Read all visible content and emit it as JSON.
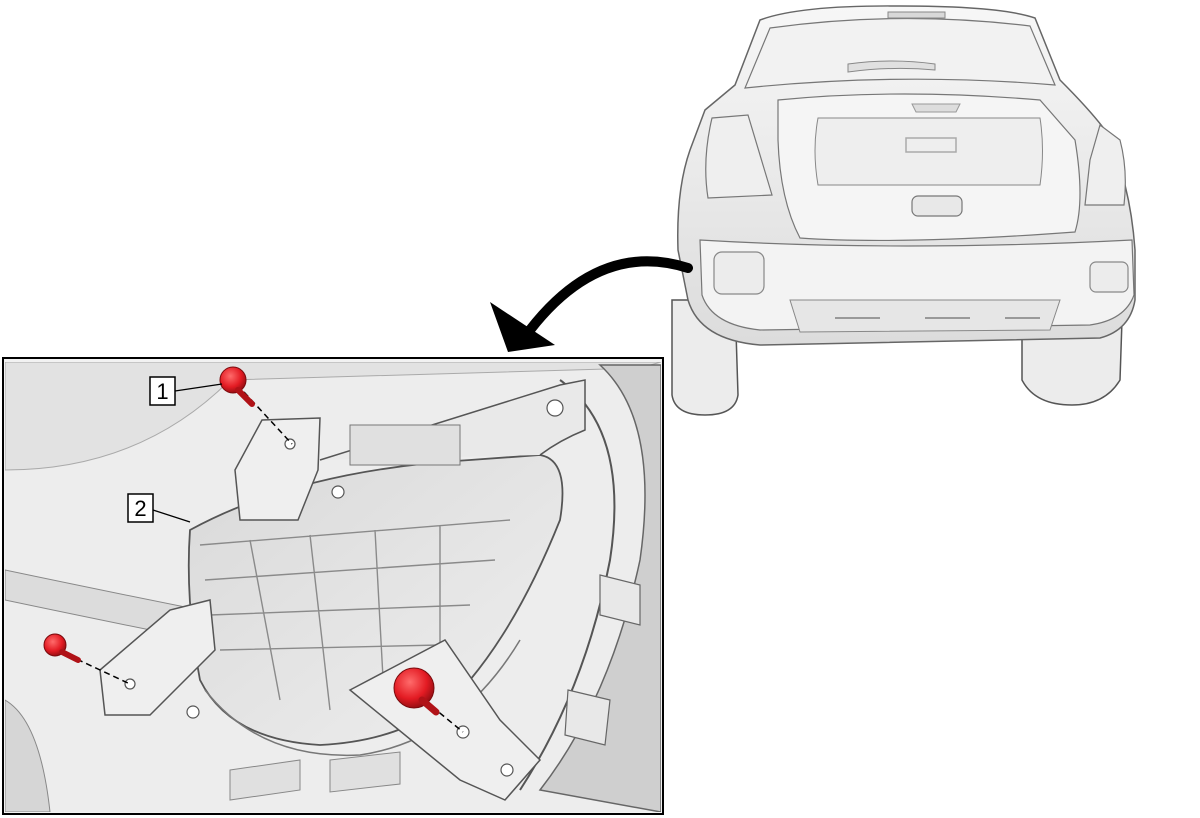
{
  "diagram": {
    "callouts": [
      {
        "label": "1",
        "target": "screw"
      },
      {
        "label": "2",
        "target": "mud-flap"
      }
    ],
    "fastener_color": "#e31b23",
    "line_color": "#000000",
    "panel_fill": "#e6e6e6"
  }
}
